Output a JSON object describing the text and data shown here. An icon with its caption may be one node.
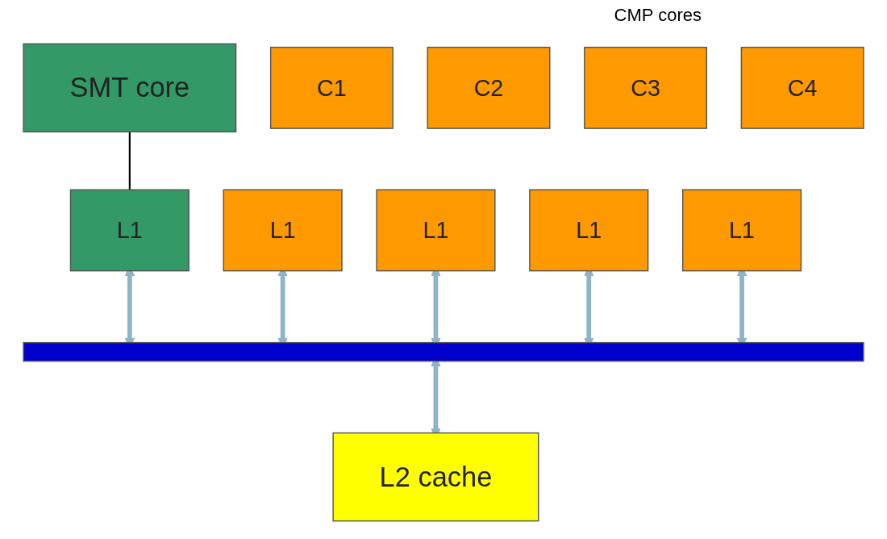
{
  "diagram": {
    "nodes": [
      {
        "text": [
          "SMT core"
        ]
      },
      {
        "text": [
          "L1"
        ]
      },
      {
        "text": [
          "C1"
        ]
      },
      {
        "text": [
          "L1"
        ]
      },
      {
        "text": [
          "C2"
        ]
      },
      {
        "text": [
          "L1"
        ]
      },
      {
        "text": [
          "C3"
        ]
      },
      {
        "text": [
          "L1"
        ]
      },
      {
        "text": [
          "C4"
        ]
      },
      {
        "text": [
          "L1"
        ]
      },
      {
        "text": [],
        "shape": "bar"
      },
      {
        "text": [
          "L2 cache"
        ]
      }
    ],
    "edges": [
      {
        "from": 0,
        "to": 1,
        "arrow": "none",
        "color": "#000000"
      },
      {
        "from": 1,
        "to": 10,
        "arrow": "both"
      },
      {
        "from": 3,
        "to": 10,
        "arrow": "both"
      },
      {
        "from": 5,
        "to": 10,
        "arrow": "both"
      },
      {
        "from": 7,
        "to": 10,
        "arrow": "both"
      },
      {
        "from": 9,
        "to": 10,
        "arrow": "both"
      },
      {
        "from": 10,
        "to": 11,
        "arrow": "both"
      }
    ],
    "labels": [
      "CMP cores"
    ]
  }
}
